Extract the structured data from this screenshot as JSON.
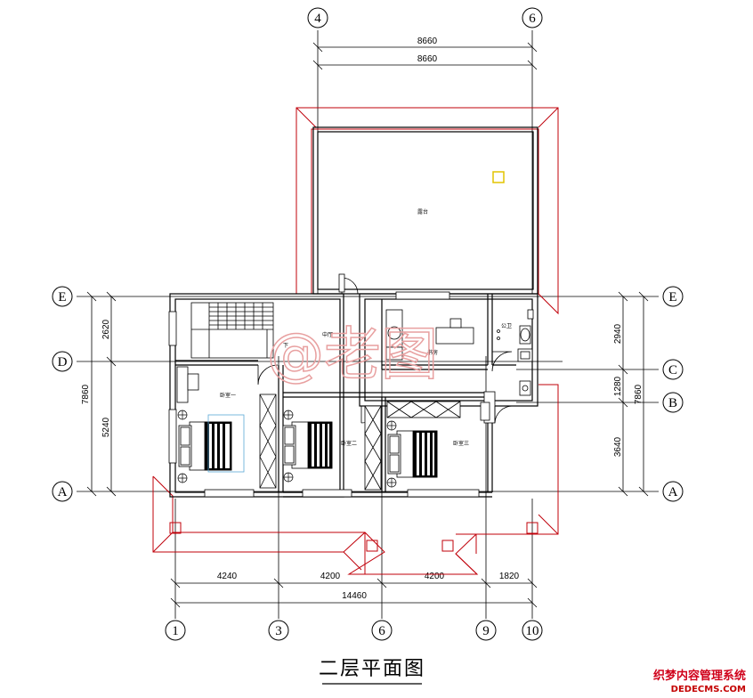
{
  "grid_labels": {
    "top": [
      "4",
      "6"
    ],
    "bottom": [
      "1",
      "3",
      "6",
      "9",
      "10"
    ],
    "left": [
      "E",
      "D",
      "A"
    ],
    "right": [
      "E",
      "C",
      "B",
      "A"
    ]
  },
  "dimensions": {
    "top_1": "8660",
    "top_2": "8660",
    "bottom_segments": [
      "4240",
      "4200",
      "4200",
      "1820"
    ],
    "bottom_total": "14460",
    "left_segments": [
      "2620",
      "5240"
    ],
    "left_total": "7860",
    "right_segments": [
      "2940",
      "1280",
      "3640"
    ],
    "right_total": "7860"
  },
  "rooms": {
    "terrace": "露台",
    "hall": "中厅",
    "study": "书房",
    "bathroom": "公卫",
    "bedroom1": "卧室一",
    "bedroom2": "卧室二",
    "bedroom3": "卧室三",
    "stair_down": "下"
  },
  "watermark": "@老图",
  "title": "二层平面图",
  "site_watermark": {
    "line1": "织梦内容管理系统",
    "line2": "DEDECMS.COM"
  },
  "colors": {
    "wall": "#000000",
    "roof_outline": "#c0000a",
    "marker": "#e2c400",
    "bed_outline": "#5aa9d6"
  }
}
